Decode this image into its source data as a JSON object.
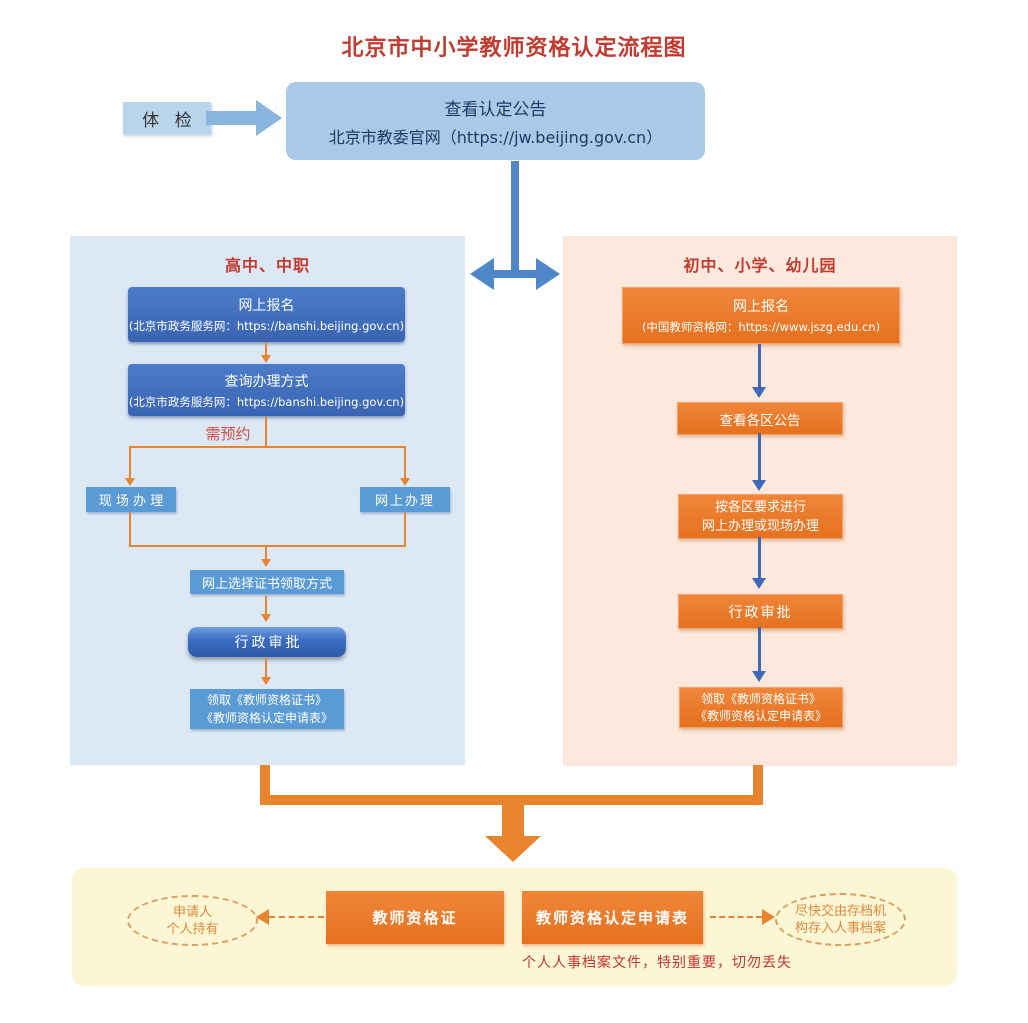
{
  "title": "北京市中小学教师资格认定流程图",
  "colors": {
    "title_red": "#c13b30",
    "light_blue_fill": "#a9cae7",
    "navy_text": "#1f3864",
    "blue_connector": "#4e86c8",
    "left_panel_bg": "#dce9f5",
    "right_panel_bg": "#fce8dc",
    "dark_blue_box": "#3e6cb8",
    "medium_blue_box": "#5b9bd5",
    "orange_box": "#ed7d31",
    "orange_connector": "#e8832e",
    "right_blue_connector": "#3e68b8",
    "note_red": "#d14b44",
    "bottom_bg": "#fdf6d5",
    "warning_red": "#c3342f"
  },
  "top": {
    "physical_exam": "体 检",
    "announcement_line1": "查看认定公告",
    "announcement_line2": "北京市教委官网（https://jw.beijing.gov.cn）"
  },
  "left_panel": {
    "header": "高中、中职",
    "register_line1": "网上报名",
    "register_line2": "(北京市政务服务网：https://banshi.beijing.gov.cn)",
    "query_line1": "查询办理方式",
    "query_line2": "(北京市政务服务网：https://banshi.beijing.gov.cn)",
    "appointment_note": "需预约",
    "onsite": "现 场 办 理",
    "online": "网上办理",
    "choose_delivery": "网上选择证书领取方式",
    "approval": "行政审批",
    "receive_line1": "领取《教师资格证书》",
    "receive_line2": "《教师资格认定申请表》"
  },
  "right_panel": {
    "header": "初中、小学、幼儿园",
    "register_line1": "网上报名",
    "register_line2": "(中国教师资格网：https://www.jszg.edu.cn)",
    "district_notice": "查看各区公告",
    "district_process_line1": "按各区要求进行",
    "district_process_line2": "网上办理或现场办理",
    "approval": "行政审批",
    "receive_line1": "领取《教师资格证书》",
    "receive_line2": "《教师资格认定申请表》"
  },
  "bottom": {
    "holder_line1": "申请人",
    "holder_line2": "个人持有",
    "certificate": "教师资格证",
    "application_form": "教师资格认定申请表",
    "archive_line1": "尽快交由存档机",
    "archive_line2": "构存入人事档案",
    "warning": "个人人事档案文件，特别重要，切勿丢失"
  }
}
